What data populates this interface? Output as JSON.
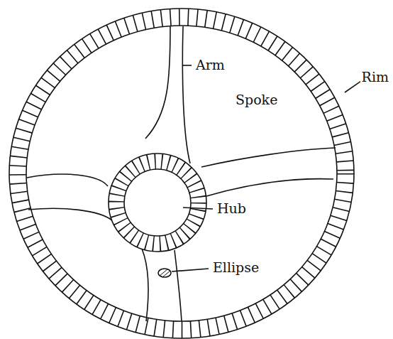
{
  "diagram": {
    "labels": [
      "Arm",
      "Spoke",
      "Rim",
      "Hub",
      "Ellipse"
    ]
  }
}
